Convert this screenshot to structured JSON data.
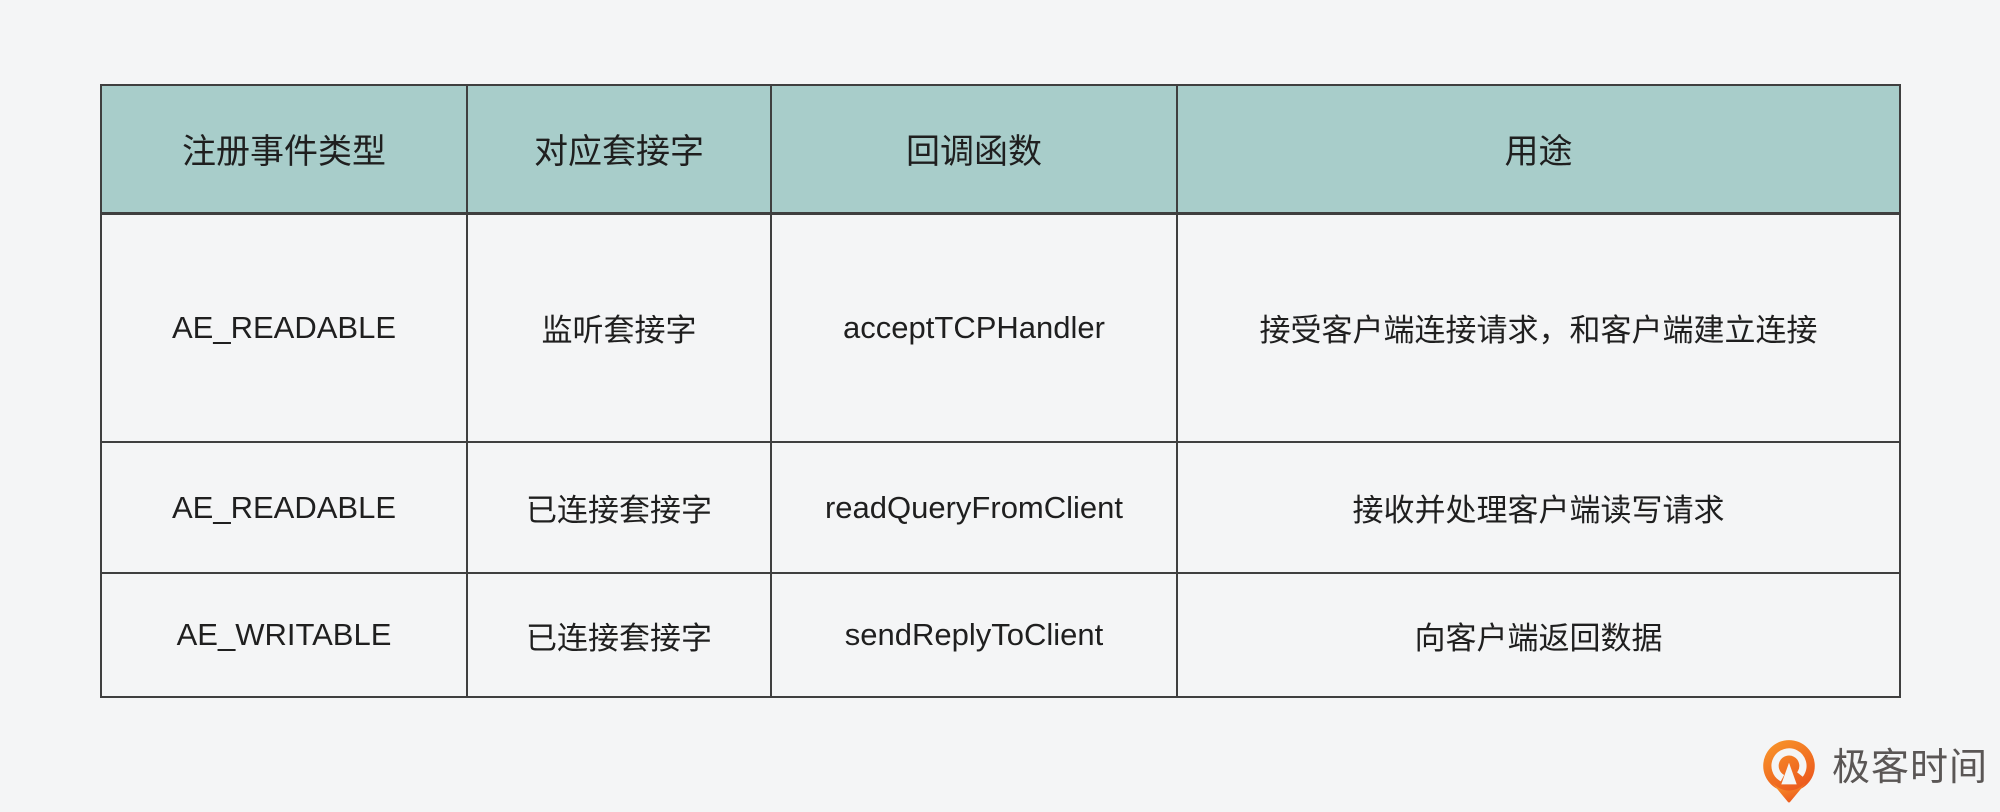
{
  "page": {
    "background": "#f4f5f6"
  },
  "table": {
    "header_bg": "#a8cdca",
    "border_color": "#3f3f3f",
    "columns": [
      "注册事件类型",
      "对应套接字",
      "回调函数",
      "用途"
    ],
    "rows": [
      [
        "AE_READABLE",
        "监听套接字",
        "acceptTCPHandler",
        "接受客户端连接请求，和客户端建立连接"
      ],
      [
        "AE_READABLE",
        "已连接套接字",
        "readQueryFromClient",
        "接收并处理客户端读写请求"
      ],
      [
        "AE_WRITABLE",
        "已连接套接字",
        "sendReplyToClient",
        "向客户端返回数据"
      ]
    ]
  },
  "brand": {
    "name": "极客时间",
    "text_color": "#5a5655",
    "logo_color": "#f3731f"
  }
}
